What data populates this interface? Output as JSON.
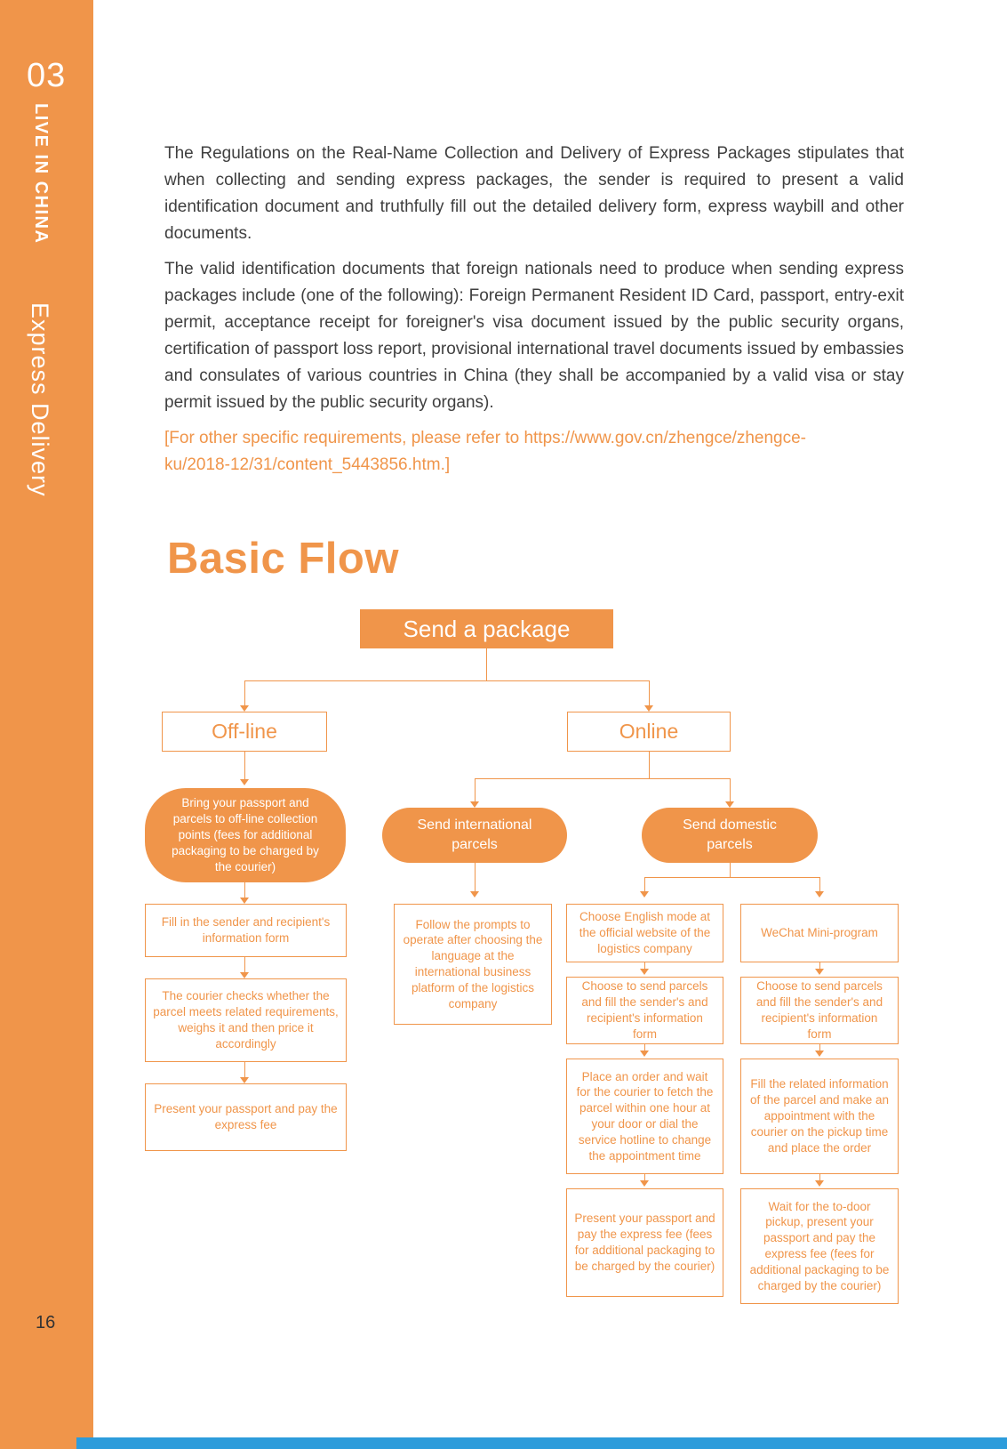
{
  "sidebar": {
    "chapter_number": "03",
    "chapter_title": "LIVE IN CHINA",
    "section_title": "Express Delivery",
    "page_number": "16"
  },
  "content": {
    "paragraph1": "The Regulations on the Real-Name Collection and Delivery of Express Packages stipulates that when collecting and sending express packages, the sender is required to present a valid identification document and truthfully fill out the detailed delivery form, express waybill and other documents.",
    "paragraph2": "The valid identification documents that foreign nationals need to produce when sending express packages include (one of the following): Foreign Permanent Resident ID Card, passport, entry-exit permit, acceptance receipt for foreigner's visa document issued by the public security organs, certification of passport loss report, provisional international travel documents issued by embassies and consulates of various countries in China (they shall be accompanied by a valid visa or stay permit issued by the public security organs).",
    "note_line1": "[For other specific requirements, please refer to https://www.gov.cn/zhengce/zhengce-",
    "note_line2": "ku/2018-12/31/content_5443856.htm.]",
    "heading": "Basic Flow"
  },
  "flowchart": {
    "root_label": "Send a package",
    "offline": {
      "label": "Off-line",
      "entry": "Bring your passport and parcels to off-line collection points (fees for additional packaging to be charged by the courier)",
      "steps": [
        "Fill in the sender and recipient's information form",
        "The courier checks whether the parcel meets related requirements, weighs it and then price it accordingly",
        "Present your passport and pay the express fee"
      ]
    },
    "online": {
      "label": "Online",
      "international": {
        "label": "Send international parcels",
        "steps": [
          "Follow the prompts to operate after choosing the language at the international business platform of the logistics company"
        ]
      },
      "domestic": {
        "label": "Send domestic parcels",
        "website_steps": [
          "Choose English mode at the official website of the logistics company",
          "Choose to send parcels and fill the sender's and recipient's information form",
          "Place an order and wait for the courier to fetch the parcel within one hour at your door or dial the service hotline to change the appointment time",
          "Present your passport and pay the express fee (fees for additional packaging to be charged by the courier)"
        ],
        "wechat_steps": [
          "WeChat Mini-program",
          "Choose to send parcels and fill the sender's and recipient's information form",
          "Fill the related information of the parcel and make an appointment with the courier on the pickup time and place the order",
          "Wait for the to-door pickup, present your passport and pay the express fee (fees for additional packaging to be charged by the courier)"
        ]
      }
    }
  },
  "colors": {
    "accent_orange": "#F0954A",
    "footer_blue": "#2D9CDB",
    "body_text": "#3F3F3F"
  }
}
